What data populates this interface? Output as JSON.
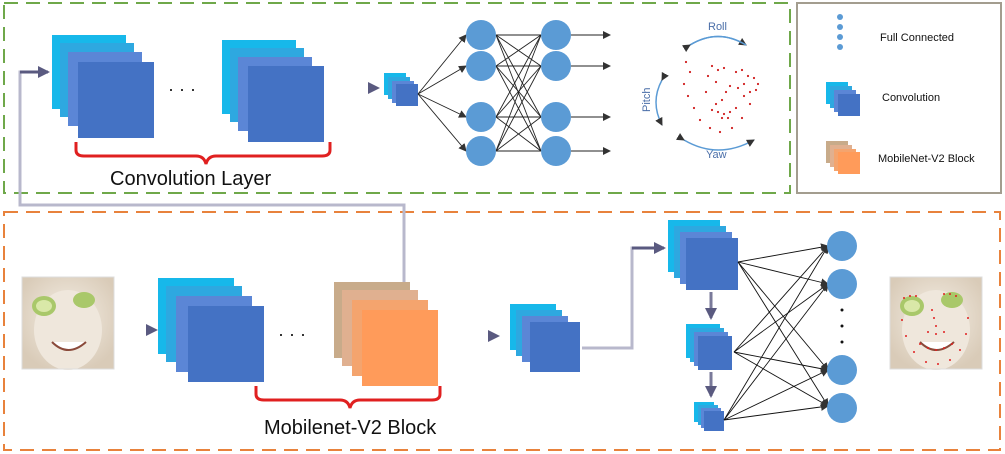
{
  "labels": {
    "convolution_layer": "Convolution Layer",
    "mobilenet_block": "Mobilenet-V2 Block"
  },
  "legend": {
    "full_connected": "Full Connected",
    "convolution": "Convolution",
    "mobilenet_v2_block": "MobileNet-V2 Block"
  },
  "rotation": {
    "roll": "Roll",
    "pitch": "Pitch",
    "yaw": "Yaw"
  },
  "ellipsis": "· · ·",
  "colors": {
    "top_border": "#6fa84a",
    "bottom_border": "#e8823c",
    "legend_border": "#a39d8f",
    "brace": "#e02020",
    "conv_dark": "#4472c4",
    "conv_mid": "#5b86d6",
    "conv_light": "#2ea8e0",
    "conv_cyan": "#17b8ea",
    "mobilenet_front": "#ff9b5a",
    "mobilenet_back": "#c8ab8a",
    "node": "#5b9bd5",
    "arrow": "#7a7a9a"
  }
}
